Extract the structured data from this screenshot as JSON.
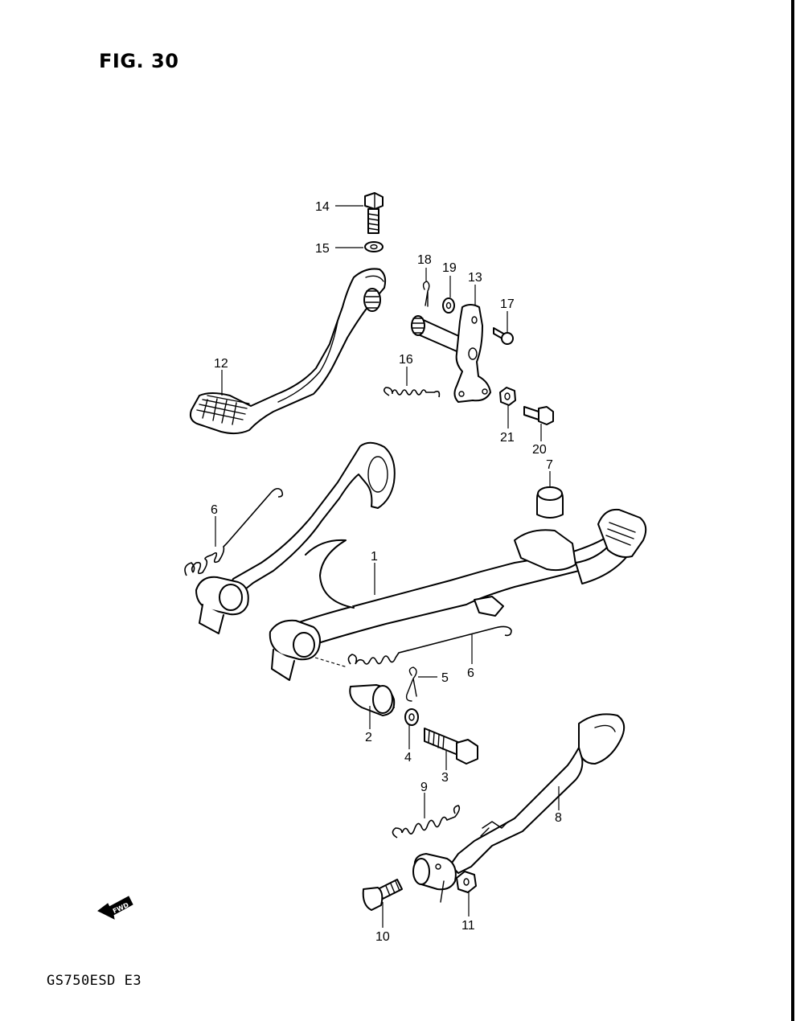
{
  "figure_title": "FIG. 30",
  "model_code": "GS750ESD  E3",
  "fwd_label": "FWD",
  "callouts": {
    "c1": "1",
    "c2": "2",
    "c3": "3",
    "c4": "4",
    "c5": "5",
    "c6a": "6",
    "c6b": "6",
    "c7": "7",
    "c8": "8",
    "c9": "9",
    "c10": "10",
    "c11": "11",
    "c12": "12",
    "c13": "13",
    "c14": "14",
    "c15": "15",
    "c16": "16",
    "c17": "17",
    "c18": "18",
    "c19": "19",
    "c20": "20",
    "c21": "21"
  }
}
